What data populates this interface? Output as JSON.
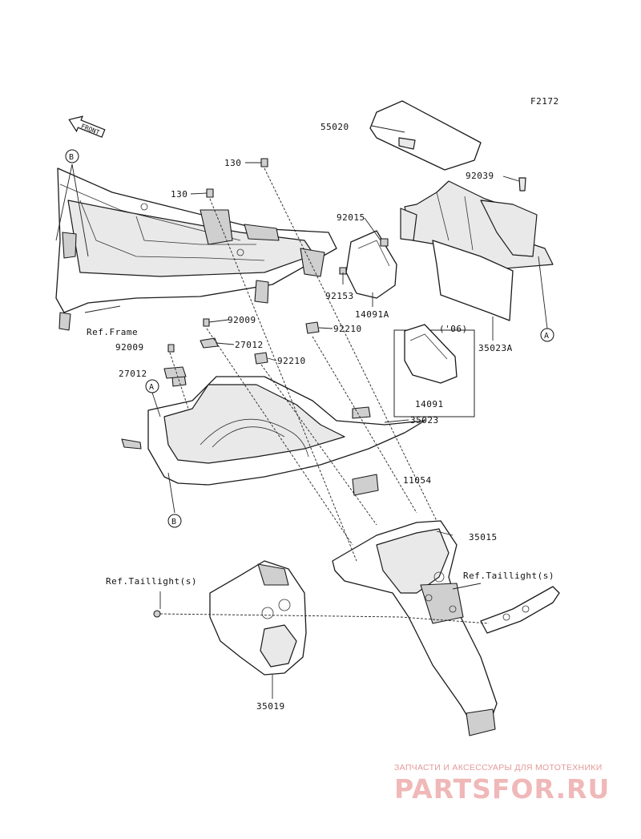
{
  "figure_code": "F2172",
  "front_arrow_label": "FRONT",
  "watermark": {
    "tagline": "ЗАПЧАСТИ И АКСЕССУАРЫ ДЛЯ МОТОТЕХНИКИ",
    "logo": "PARTSFOR.RU"
  },
  "callouts": {
    "p55020": "55020",
    "p92039": "92039",
    "p130_a": "130",
    "p130_b": "130",
    "p92015": "92015",
    "p92153": "92153",
    "p14091a": "14091A",
    "p35023a": "35023A",
    "p06": "('06)",
    "p14091": "14091",
    "p92009_a": "92009",
    "p92009_b": "92009",
    "p27012_a": "27012",
    "p27012_b": "27012",
    "p92210_a": "92210",
    "p92210_b": "92210",
    "p35023": "35023",
    "p11054": "11054",
    "p35015": "35015",
    "p35019": "35019",
    "ref_frame": "Ref.Frame",
    "ref_taillight_left": "Ref.Taillight(s)",
    "ref_taillight_right": "Ref.Taillight(s)"
  },
  "circle_marks": {
    "b_top": "B",
    "b_bottom": "B",
    "a_left": "A",
    "a_right": "A"
  }
}
